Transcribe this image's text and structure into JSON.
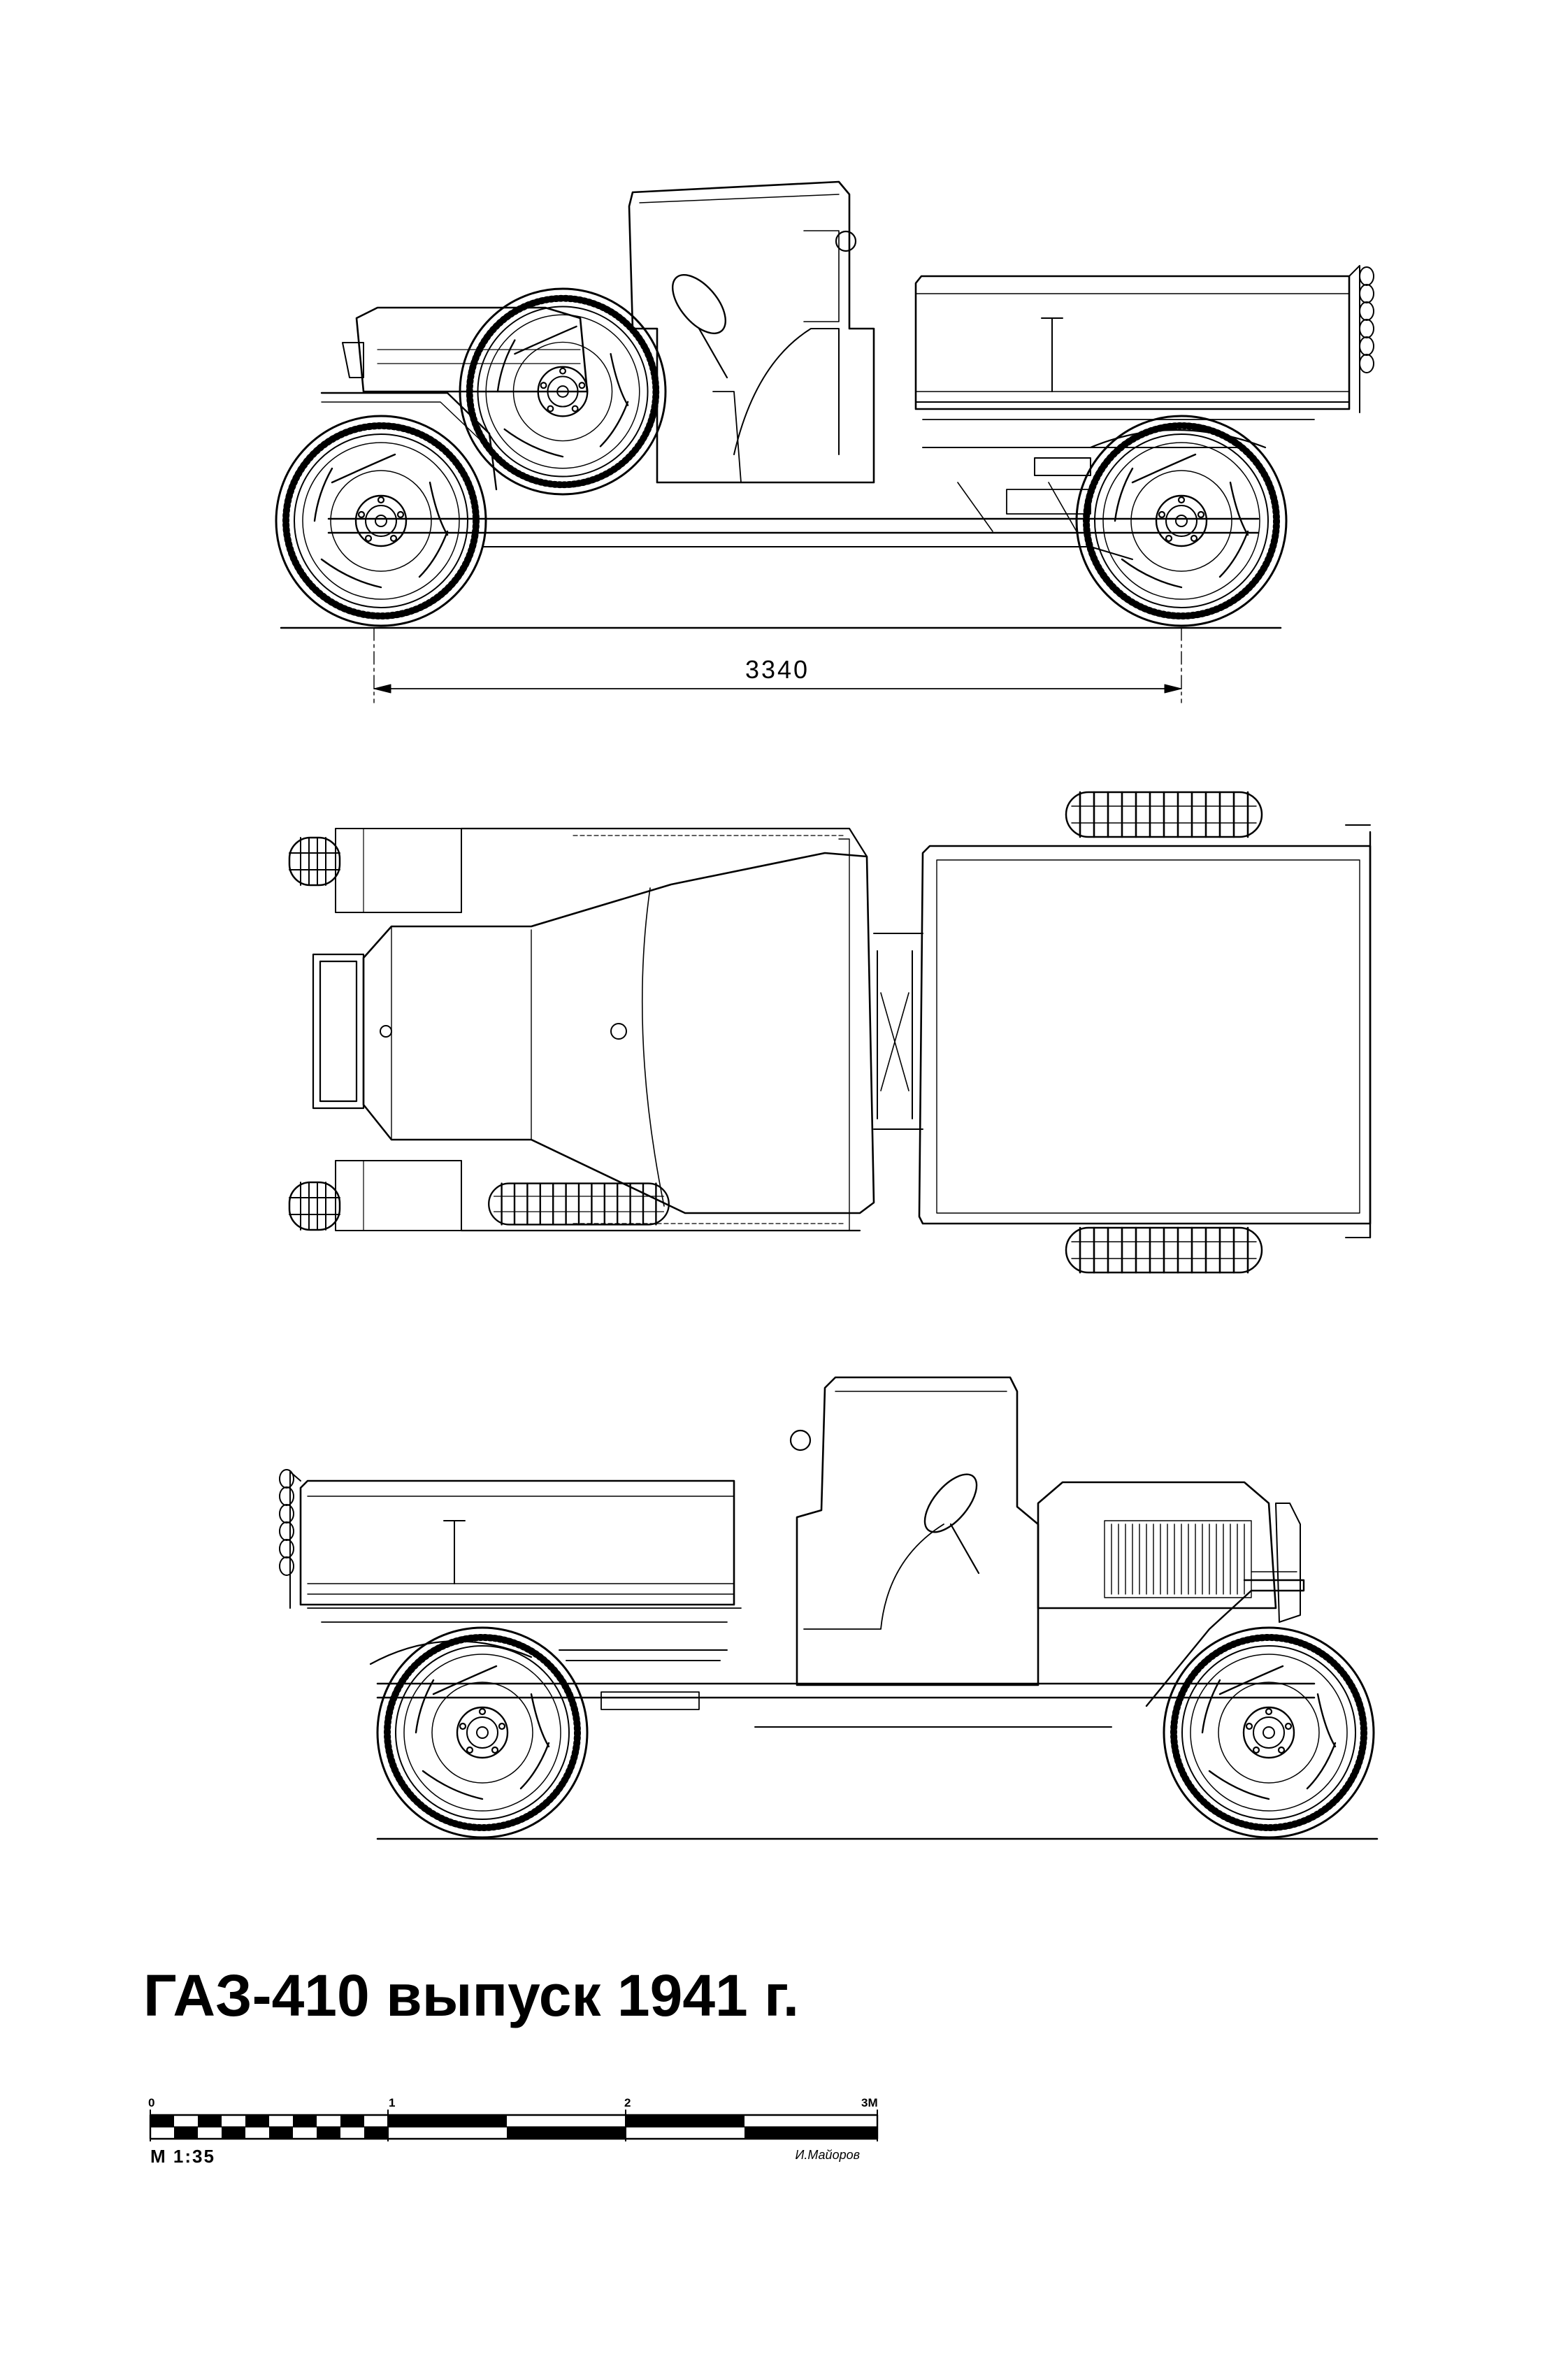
{
  "drawing": {
    "title": "ГАЗ-410 выпуск 1941 г.",
    "wheelbase_dimension": "3340",
    "scale_ratio": "М 1:35",
    "author": "И.Майоров",
    "scale_bar": {
      "tick_labels": [
        "0",
        "1",
        "2",
        "3М"
      ],
      "units": "м",
      "max": 3
    }
  }
}
